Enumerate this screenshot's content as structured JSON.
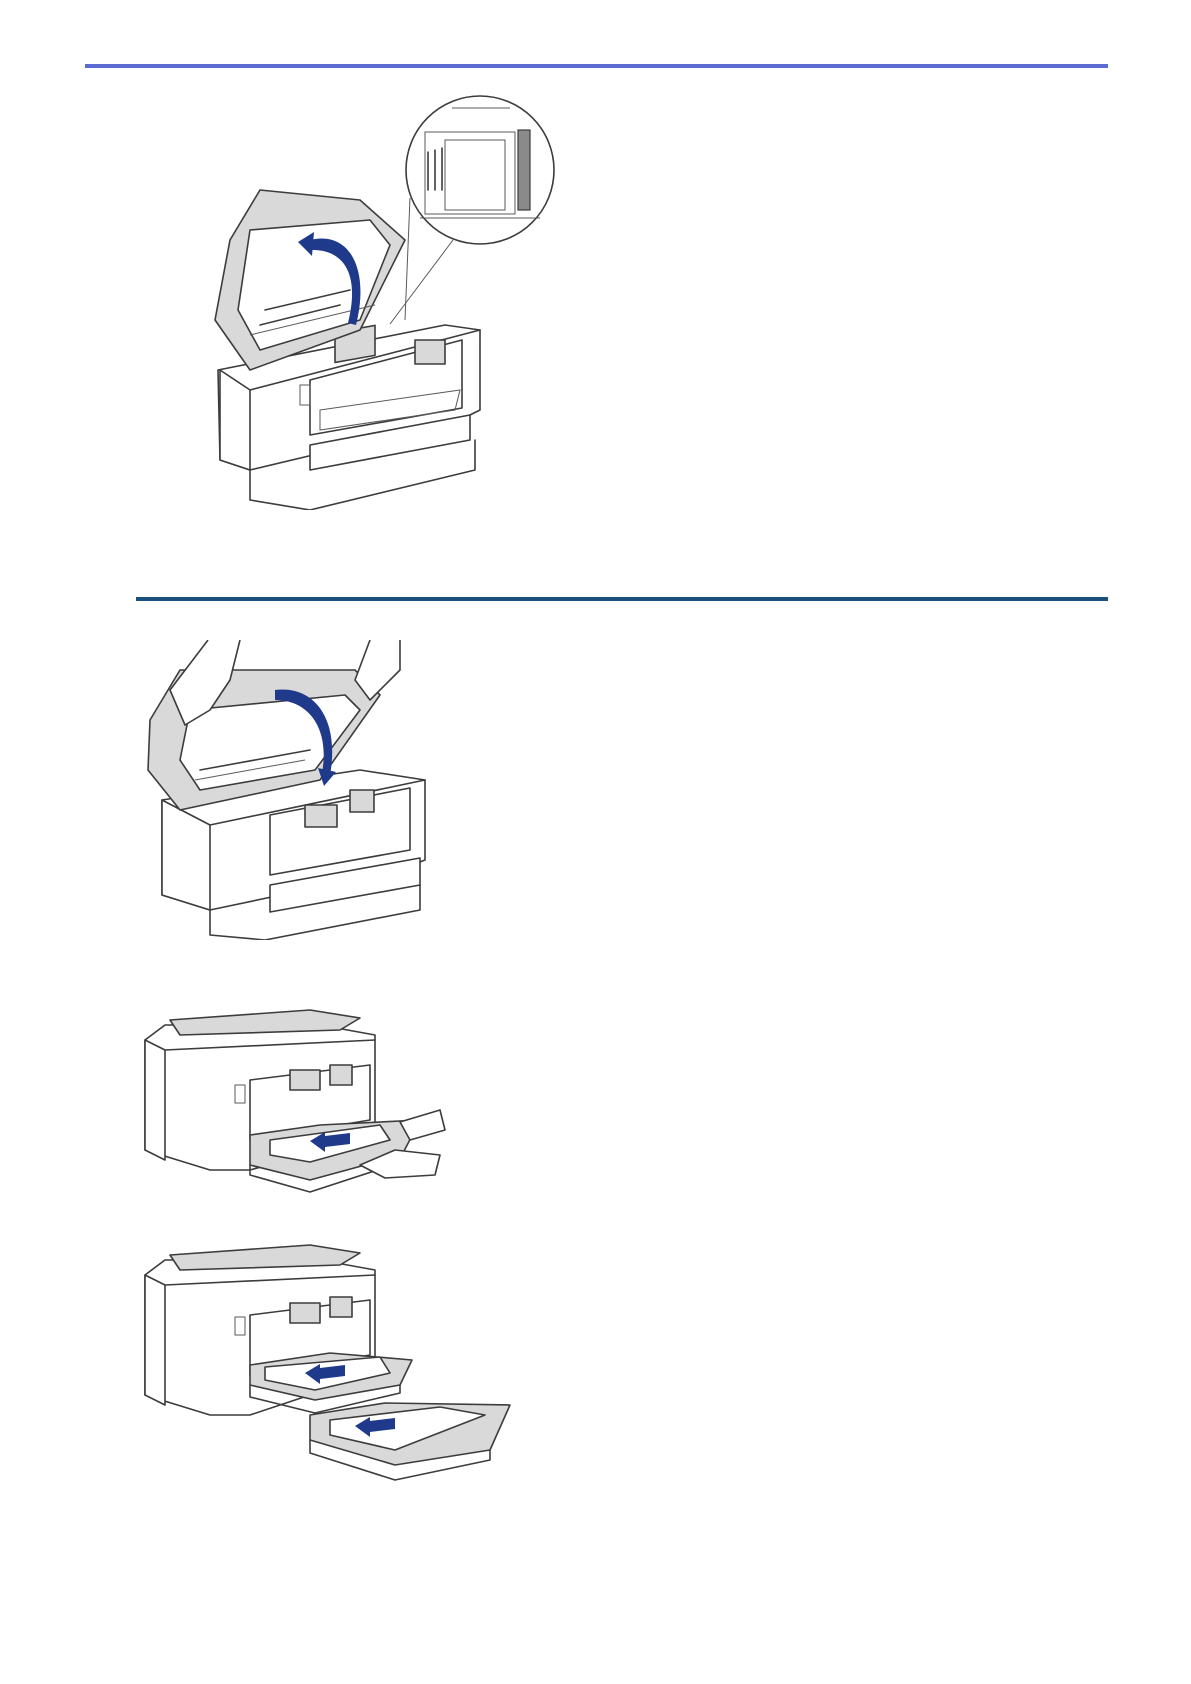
{
  "page": {
    "accent_rule_color": "#5b6bd1",
    "section_rule_color": "#1b4f7e",
    "arrow_color": "#1f3a8a"
  },
  "illustrations": [
    {
      "name": "scanner-cover-open-with-callout",
      "icon": "printer-open-icon"
    },
    {
      "name": "close-scanner-cover-with-hands",
      "icon": "printer-close-icon"
    },
    {
      "name": "push-paper-tray-in",
      "icon": "printer-tray-icon"
    },
    {
      "name": "push-two-paper-trays-in",
      "icon": "printer-two-trays-icon"
    }
  ]
}
